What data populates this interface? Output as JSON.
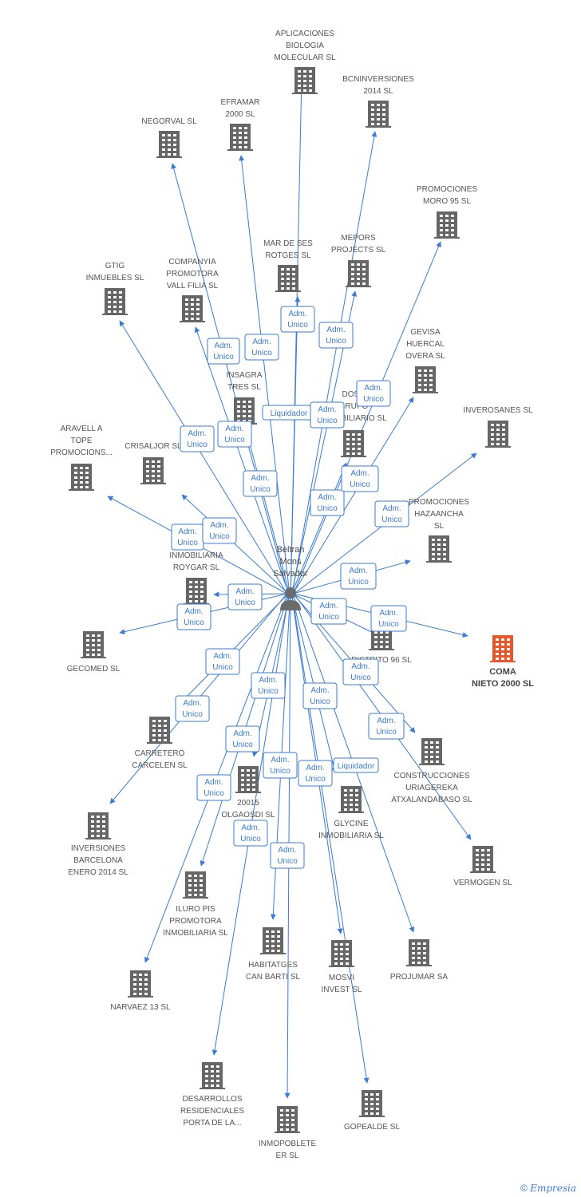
{
  "center": {
    "label": [
      "Beltran",
      "Mons",
      "Salvador"
    ],
    "icon": "person-icon"
  },
  "colors": {
    "edge": "#3a7bd5",
    "node": "#666666",
    "highlight": "#e8562a"
  },
  "nodes": [
    {
      "id": "aplicaciones",
      "label": [
        "APLICACIONES",
        "BIOLOGIA",
        "MOLECULAR SL"
      ]
    },
    {
      "id": "bcninversiones",
      "label": [
        "BCNINVERSIONES",
        "2014  SL"
      ]
    },
    {
      "id": "eframar",
      "label": [
        "EFRAMAR",
        "2000 SL"
      ]
    },
    {
      "id": "negorval",
      "label": [
        "NEGORVAL SL"
      ]
    },
    {
      "id": "promociones-moro",
      "label": [
        "PROMOCIONES",
        "MORO 95 SL"
      ]
    },
    {
      "id": "mar-de-ses",
      "label": [
        "MAR DE SES",
        "ROTGES SL"
      ]
    },
    {
      "id": "mepors",
      "label": [
        "MEPORS",
        "PROJECTS SL"
      ]
    },
    {
      "id": "gtig",
      "label": [
        "GTIG",
        "INMUEBLES  SL"
      ]
    },
    {
      "id": "companyia",
      "label": [
        "COMPANYIA",
        "PROMOTORA",
        "VALL FILIA SL"
      ]
    },
    {
      "id": "gevisa",
      "label": [
        "GEVISA",
        "HUERCAL",
        "OVERA SL"
      ]
    },
    {
      "id": "insagra",
      "label": [
        "INSAGRA",
        "TRES SL"
      ]
    },
    {
      "id": "dosh",
      "label": [
        "DOSH",
        "GRUPO",
        "INMOBILIARIO SL"
      ]
    },
    {
      "id": "inverosanes",
      "label": [
        "INVEROSANES SL"
      ]
    },
    {
      "id": "aravella",
      "label": [
        "ARAVELL A",
        "TOPE",
        "PROMOCIONS..."
      ]
    },
    {
      "id": "crisaljor",
      "label": [
        "CRISALJOR SL"
      ]
    },
    {
      "id": "promociones-hazaancha",
      "label": [
        "PROMOCIONES",
        "HAZAANCHA",
        "SL"
      ]
    },
    {
      "id": "roygar",
      "label": [
        "INMOBILIARIA",
        "ROYGAR SL"
      ]
    },
    {
      "id": "gecomed",
      "label": [
        "GECOMED  SL"
      ]
    },
    {
      "id": "distrito",
      "label": [
        "DISTRITO 96 SL"
      ]
    },
    {
      "id": "coma-nieto",
      "label": [
        "COMA",
        "NIETO 2000 SL"
      ],
      "highlight": true
    },
    {
      "id": "carretero",
      "label": [
        "CARRETERO",
        "CARCELEN  SL"
      ]
    },
    {
      "id": "construcciones",
      "label": [
        "CONSTRUCCIONES",
        "URIAGEREKA",
        "ATXALANDABASO SL"
      ]
    },
    {
      "id": "olgaosi",
      "label": [
        "20015",
        "OLGAOSDI SL"
      ]
    },
    {
      "id": "glycine",
      "label": [
        "GLYCINE",
        "INMOBILIARIA SL"
      ]
    },
    {
      "id": "inversiones-bcn",
      "label": [
        "INVERSIONES",
        "BARCELONA",
        "ENERO 2014  SL"
      ]
    },
    {
      "id": "vermogen",
      "label": [
        "VERMOGEN SL"
      ]
    },
    {
      "id": "iluro",
      "label": [
        "ILURO PIS",
        "PROMOTORA",
        "INMOBILIARIA SL"
      ]
    },
    {
      "id": "habitatges",
      "label": [
        "HABITATGES",
        "CAN BARTI SL"
      ]
    },
    {
      "id": "mosvi",
      "label": [
        "MOSVI",
        "INVEST  SL"
      ]
    },
    {
      "id": "projumar",
      "label": [
        "PROJUMAR SA"
      ]
    },
    {
      "id": "narvaez",
      "label": [
        "NARVAEZ 13 SL"
      ]
    },
    {
      "id": "desarrollos",
      "label": [
        "DESARROLLOS",
        "RESIDENCIALES",
        "PORTA DE LA..."
      ]
    },
    {
      "id": "inmopoblete",
      "label": [
        "INMOPOBLETE",
        "ER SL"
      ]
    },
    {
      "id": "gopealde",
      "label": [
        "GOPEALDE SL"
      ]
    }
  ],
  "badges": [
    {
      "text": [
        "Adm.",
        "Unico"
      ]
    },
    {
      "text": [
        "Adm.",
        "Unico"
      ]
    },
    {
      "text": [
        "Adm.",
        "Unico"
      ]
    },
    {
      "text": [
        "Adm.",
        "Unico"
      ]
    },
    {
      "text": [
        "Liquidador"
      ]
    },
    {
      "text": [
        "Adm.",
        "Unico"
      ]
    },
    {
      "text": [
        "Adm.",
        "Unico"
      ]
    },
    {
      "text": [
        "Adm.",
        "Unico"
      ]
    },
    {
      "text": [
        "Adm.",
        "Unico"
      ]
    },
    {
      "text": [
        "Adm.",
        "Unico"
      ]
    },
    {
      "text": [
        "Adm.",
        "Unico"
      ]
    },
    {
      "text": [
        "Adm.",
        "Unico"
      ]
    },
    {
      "text": [
        "Adm.",
        "Unico"
      ]
    },
    {
      "text": [
        "Adm.",
        "Unico"
      ]
    },
    {
      "text": [
        "Adm.",
        "Unico"
      ]
    },
    {
      "text": [
        "Adm.",
        "Unico"
      ]
    },
    {
      "text": [
        "Adm.",
        "Unico"
      ]
    },
    {
      "text": [
        "Adm.",
        "Unico"
      ]
    },
    {
      "text": [
        "Adm.",
        "Unico"
      ]
    },
    {
      "text": [
        "Adm.",
        "Unico"
      ]
    },
    {
      "text": [
        "Adm.",
        "Unico"
      ]
    },
    {
      "text": [
        "Adm.",
        "Unico"
      ]
    },
    {
      "text": [
        "Adm.",
        "Unico"
      ]
    },
    {
      "text": [
        "Adm.",
        "Unico"
      ]
    },
    {
      "text": [
        "Adm.",
        "Unico"
      ]
    },
    {
      "text": [
        "Adm.",
        "Unico"
      ]
    },
    {
      "text": [
        "Adm.",
        "Unico"
      ]
    },
    {
      "text": [
        "Adm.",
        "Unico"
      ]
    },
    {
      "text": [
        "Adm.",
        "Unico"
      ]
    },
    {
      "text": [
        "Liquidador"
      ]
    },
    {
      "text": [
        "Adm.",
        "Unico"
      ]
    },
    {
      "text": [
        "Adm.",
        "Unico"
      ]
    },
    {
      "text": [
        "Adm.",
        "Unico"
      ]
    }
  ],
  "footer": {
    "copyright": "©",
    "brand": "Empresia"
  }
}
